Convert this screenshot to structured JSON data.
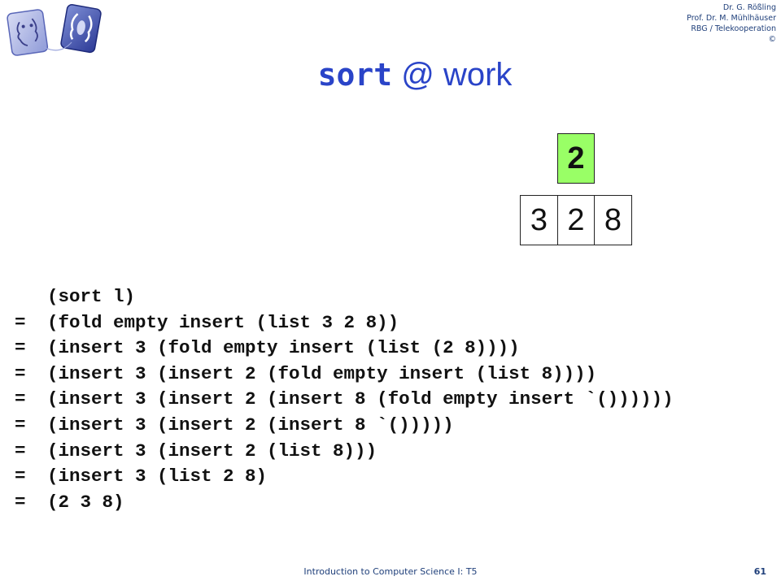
{
  "header": {
    "authors": [
      "Dr. G. Rößling",
      "Prof. Dr. M. Mühlhäuser",
      "RBG / Telekooperation",
      "©"
    ]
  },
  "title": {
    "code": "sort",
    "rest": " @ work"
  },
  "diagram": {
    "current": "2",
    "list": [
      "3",
      "2",
      "8"
    ],
    "highlight_color": "#99ff66"
  },
  "trace": [
    {
      "prefix": "",
      "expr": "(sort l)"
    },
    {
      "prefix": "=",
      "expr": "(fold empty insert (list 3 2 8))"
    },
    {
      "prefix": "=",
      "expr": "(insert 3 (fold empty insert (list (2 8))))"
    },
    {
      "prefix": "=",
      "expr": "(insert 3 (insert 2 (fold empty insert (list 8))))"
    },
    {
      "prefix": "=",
      "expr": "(insert 3 (insert 2 (insert 8 (fold empty insert `())))))"
    },
    {
      "prefix": "=",
      "expr": "(insert 3 (insert 2 (insert 8 `()))))"
    },
    {
      "prefix": "=",
      "expr": "(insert 3 (insert 2 (list 8)))"
    },
    {
      "prefix": "=",
      "expr": "(insert 3 (list 2 8)"
    },
    {
      "prefix": "=",
      "expr": "(2 3 8)"
    }
  ],
  "footer": {
    "course": "Introduction to Computer Science I: T5",
    "page": "61"
  },
  "colors": {
    "title": "#2a44c8",
    "header_text": "#1f3f7a"
  }
}
